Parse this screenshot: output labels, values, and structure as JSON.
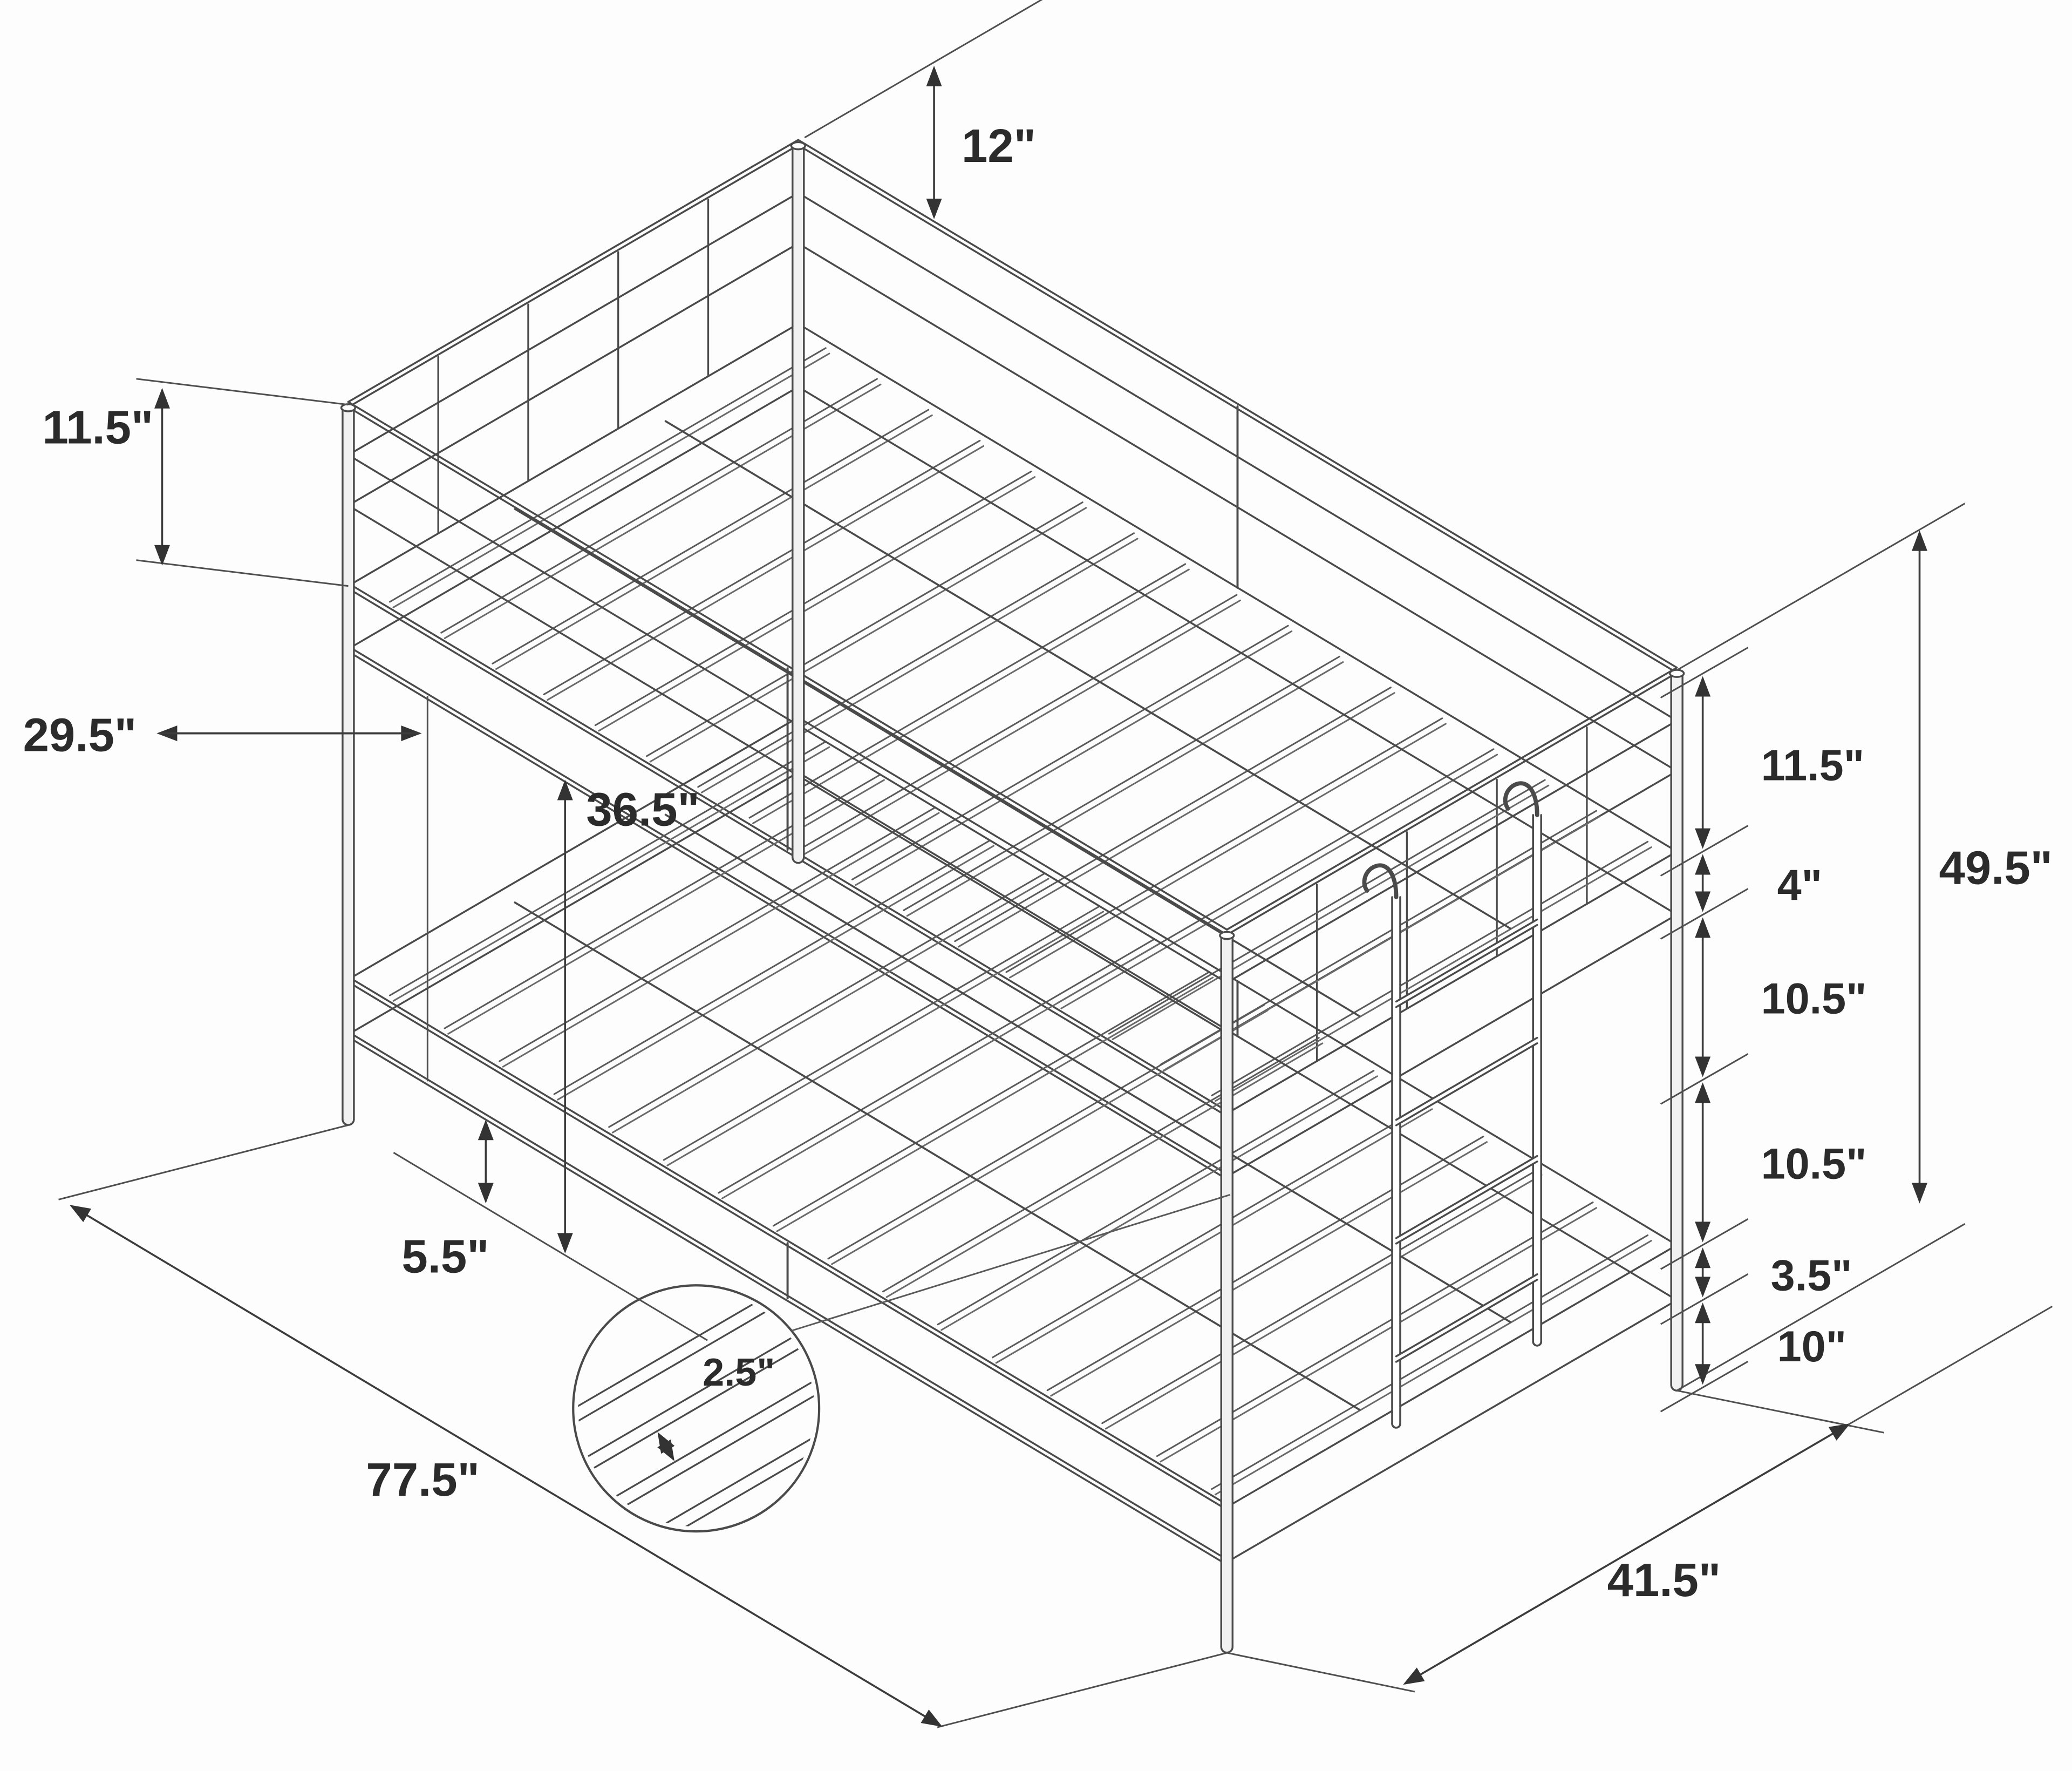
{
  "diagram": {
    "kind": "isometric-dimension-drawing",
    "subject": "metal bunk bed with ladder",
    "unit": "inches",
    "line_color": "#4a4a4a",
    "text_color": "#2b2b2b",
    "background": "#fdfdfd"
  },
  "dims": {
    "guard_rail_above_mattress": "12\"",
    "head_guard_to_deck": "11.5\"",
    "bunk_clearance": "29.5\"",
    "floor_to_upper_deck": "36.5\"",
    "lower_rail_height": "5.5\"",
    "bed_length": "77.5\"",
    "bed_width": "41.5\"",
    "overall_height": "49.5\"",
    "slat_spacing": "2.5\"",
    "right_stack": {
      "s1": "11.5\"",
      "s2": "4\"",
      "s3": "10.5\"",
      "s4": "10.5\"",
      "s5": "3.5\"",
      "s6": "10\""
    }
  }
}
